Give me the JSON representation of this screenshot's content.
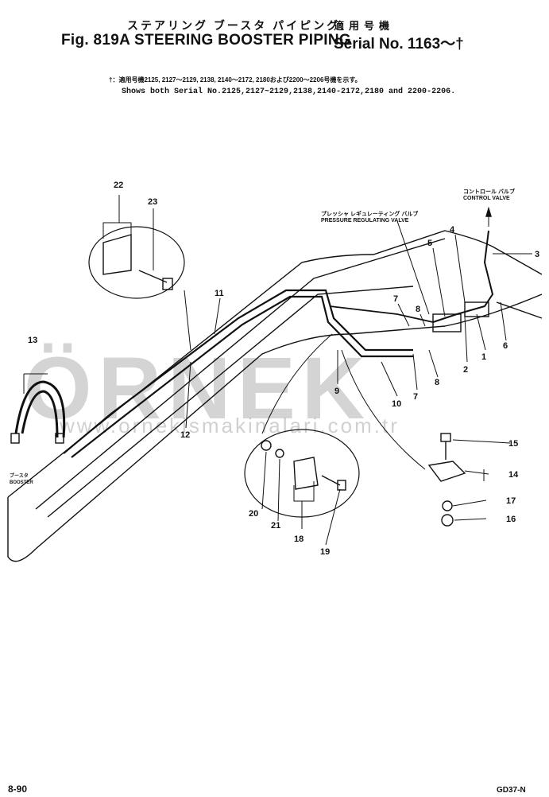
{
  "header": {
    "title_jp": "ステアリング ブースタ パイピング",
    "title": "Fig. 819A STEERING BOOSTER PIPING",
    "serial_jp": "適用号機",
    "serial": "Serial No. 1163～†",
    "note_jp": "†：適用号機2125, 2127～2129, 2138, 2140～2172, 2180および2200～2206号機を示す。",
    "note": "Shows both Serial No.2125,2127~2129,2138,2140-2172,2180 and 2200-2206."
  },
  "labels": {
    "control_valve_jp": "コントロール バルブ",
    "control_valve": "CONTROL VALVE",
    "prv_jp": "プレッシャ レギュレーティング バルブ",
    "prv": "PRESSURE REGULATING VALVE",
    "booster_jp": "ブースタ",
    "booster": "BOOSTER"
  },
  "callouts": [
    "1",
    "2",
    "3",
    "4",
    "5",
    "6",
    "7",
    "8",
    "9",
    "10",
    "11",
    "12",
    "13",
    "14",
    "15",
    "16",
    "17",
    "18",
    "19",
    "20",
    "21",
    "22",
    "23"
  ],
  "callouts_dup": {
    "c7b": "7",
    "c8b": "8"
  },
  "watermark": {
    "brand": "ÖRNEK",
    "url": "www.ornekismakinalari.com.tr"
  },
  "footer": {
    "page": "8-90",
    "model": "GD37-N"
  }
}
